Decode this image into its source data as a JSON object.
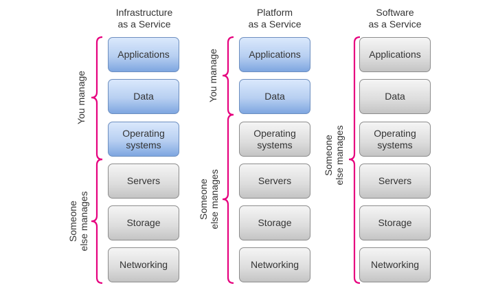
{
  "accent_color": "#e6007e",
  "columns": [
    {
      "title": "Infrastructure\nas a Service",
      "layers": [
        {
          "label": "Applications",
          "managed_by": "you"
        },
        {
          "label": "Data",
          "managed_by": "you"
        },
        {
          "label": "Operating\nsystems",
          "managed_by": "you"
        },
        {
          "label": "Servers",
          "managed_by": "someone_else"
        },
        {
          "label": "Storage",
          "managed_by": "someone_else"
        },
        {
          "label": "Networking",
          "managed_by": "someone_else"
        }
      ],
      "groups": [
        {
          "label": "You manage",
          "from": 0,
          "to": 2
        },
        {
          "label": "Someone\nelse manages",
          "from": 3,
          "to": 5
        }
      ]
    },
    {
      "title": "Platform\nas a Service",
      "layers": [
        {
          "label": "Applications",
          "managed_by": "you"
        },
        {
          "label": "Data",
          "managed_by": "you"
        },
        {
          "label": "Operating\nsystems",
          "managed_by": "someone_else"
        },
        {
          "label": "Servers",
          "managed_by": "someone_else"
        },
        {
          "label": "Storage",
          "managed_by": "someone_else"
        },
        {
          "label": "Networking",
          "managed_by": "someone_else"
        }
      ],
      "groups": [
        {
          "label": "You manage",
          "from": 0,
          "to": 1
        },
        {
          "label": "Someone\nelse manages",
          "from": 2,
          "to": 5
        }
      ]
    },
    {
      "title": "Software\nas a Service",
      "layers": [
        {
          "label": "Applications",
          "managed_by": "someone_else"
        },
        {
          "label": "Data",
          "managed_by": "someone_else"
        },
        {
          "label": "Operating\nsystems",
          "managed_by": "someone_else"
        },
        {
          "label": "Servers",
          "managed_by": "someone_else"
        },
        {
          "label": "Storage",
          "managed_by": "someone_else"
        },
        {
          "label": "Networking",
          "managed_by": "someone_else"
        }
      ],
      "groups": [
        {
          "label": "Someone\nelse manages",
          "from": 0,
          "to": 5
        }
      ]
    }
  ]
}
